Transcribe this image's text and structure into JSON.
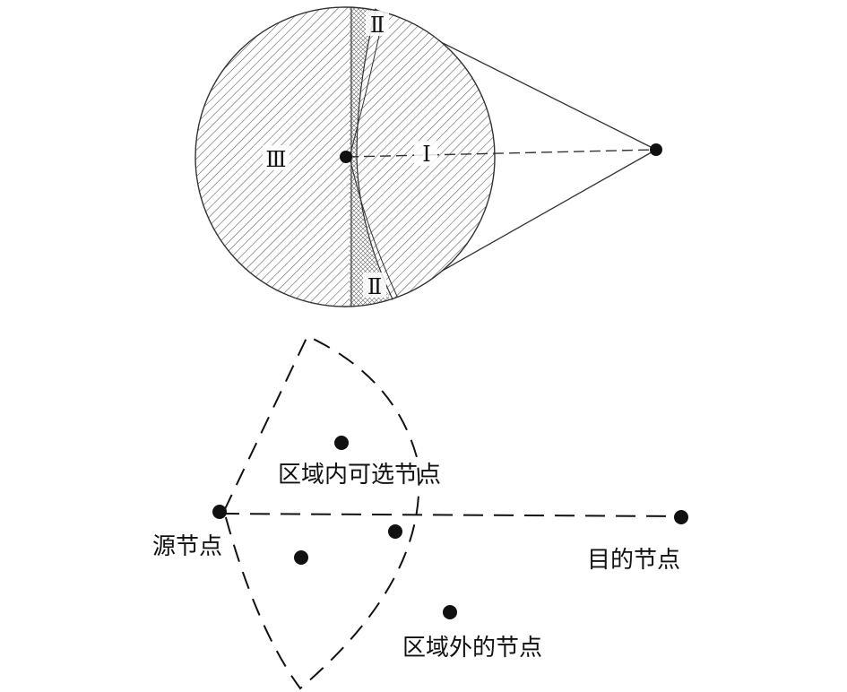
{
  "top_diagram": {
    "region_labels": {
      "region_1": "Ⅰ",
      "region_2_top": "Ⅱ",
      "region_2_bottom": "Ⅱ",
      "region_3": "Ⅲ"
    }
  },
  "bottom_diagram": {
    "labels": {
      "source_node": "源节点",
      "destination_node": "目的节点",
      "selectable_nodes": "区域内可选节点",
      "outside_nodes": "区域外的节点"
    }
  },
  "colors": {
    "stroke": "#333333",
    "hatch": "#555555",
    "node": "#111111"
  }
}
